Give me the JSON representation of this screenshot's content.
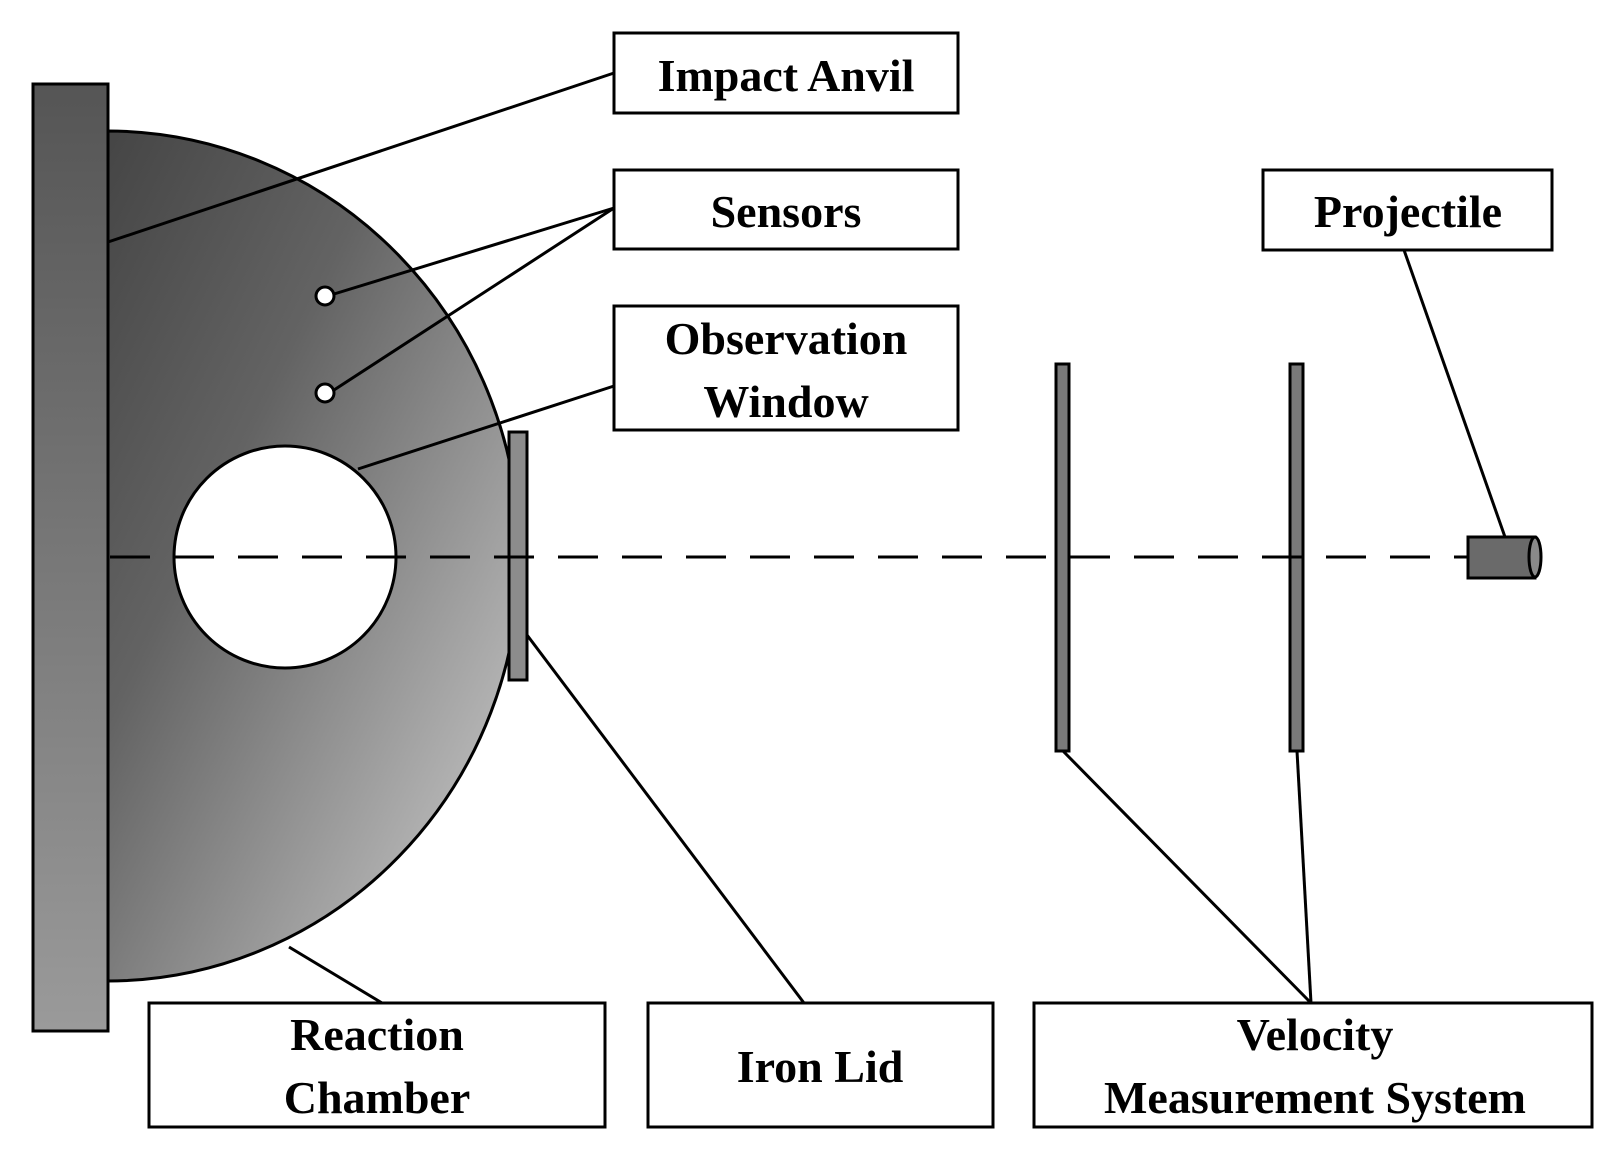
{
  "labels": {
    "impact_anvil": "Impact Anvil",
    "sensors": "Sensors",
    "observation_window_line1": "Observation",
    "observation_window_line2": "Window",
    "projectile": "Projectile",
    "reaction_chamber_line1": "Reaction",
    "reaction_chamber_line2": "Chamber",
    "iron_lid": "Iron Lid",
    "velocity_system_line1": "Velocity",
    "velocity_system_line2": "Measurement System"
  },
  "colors": {
    "anvil_fill": "#6a6a6a",
    "chamber_gradient_dark": "#4a4a4a",
    "chamber_gradient_light": "#cdcdcd",
    "plate_fill": "#7a7a7a",
    "lid_fill": "#8c8c8c",
    "stroke": "#000000",
    "background": "#ffffff"
  }
}
